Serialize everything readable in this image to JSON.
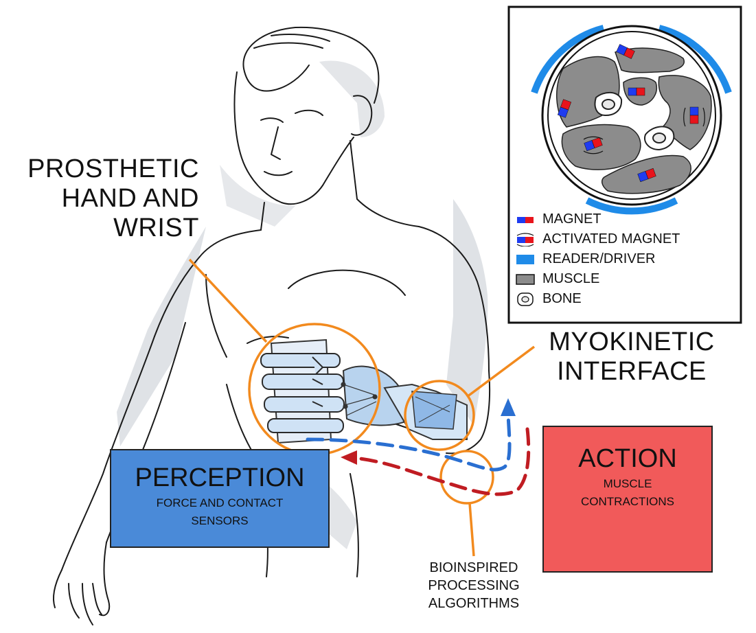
{
  "labels": {
    "prosthetic": [
      "PROSTHETIC",
      "HAND AND",
      "WRIST"
    ],
    "myokinetic": [
      "MYOKINETIC",
      "INTERFACE"
    ],
    "bioinspired": [
      "BIOINSPIRED",
      "PROCESSING",
      "ALGORITHMS"
    ]
  },
  "perception": {
    "title": "PERCEPTION",
    "subtitle_line1": "FORCE AND CONTACT",
    "subtitle_line2": "SENSORS"
  },
  "action": {
    "title": "ACTION",
    "subtitle_line1": "MUSCLE",
    "subtitle_line2": "CONTRACTIONS"
  },
  "legend": [
    {
      "icon": "magnet-icon",
      "label": "MAGNET"
    },
    {
      "icon": "activated-magnet-icon",
      "label": "ACTIVATED MAGNET"
    },
    {
      "icon": "reader-driver-icon",
      "label": "READER/DRIVER"
    },
    {
      "icon": "muscle-icon",
      "label": "MUSCLE"
    },
    {
      "icon": "bone-icon",
      "label": "BONE"
    }
  ],
  "colors": {
    "orange": "#f28a1e",
    "perception_blue": "#4a8ad8",
    "action_red": "#f15a5a",
    "reader_blue": "#1f8be8",
    "muscle_gray": "#8c8c8c",
    "magnet_red": "#e8141c",
    "magnet_blue": "#1f3cf0",
    "arrow_blue": "#2a6fd1",
    "arrow_red": "#c01c22"
  }
}
